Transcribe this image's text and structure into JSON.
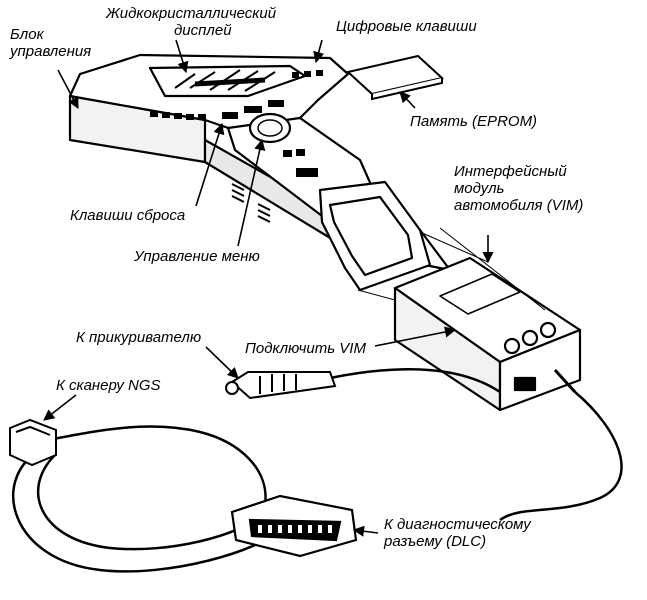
{
  "labels": {
    "control_block": [
      "Блок",
      "управления"
    ],
    "lcd": [
      "Жидкокристаллический",
      "дисплей"
    ],
    "keypad": "Цифровые клавиши",
    "memory": "Память (EPROM)",
    "vim": [
      "Интерфейсный",
      "модуль",
      "автомобиля (VIM)"
    ],
    "reset_keys": "Клавиши сброса",
    "menu": "Управление меню",
    "lighter": "К прикуривателю",
    "connect_vim": "Подключить VIM",
    "ngs": "К сканеру NGS",
    "dlc": [
      "К диагностическому",
      "разъему (DLC)"
    ]
  },
  "colors": {
    "ink": "#000000",
    "paper": "#ffffff"
  }
}
